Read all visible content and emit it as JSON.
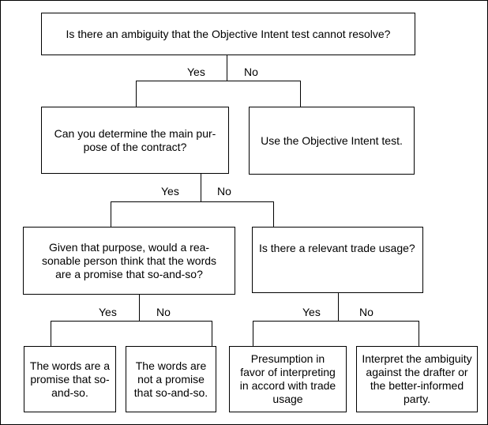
{
  "diagram": {
    "q1": "Is there an ambiguity that the Objective Intent test cannot resolve?",
    "q2": "Can you determine the main pur-pose of the contract?",
    "a_objective": "Use the Objective Intent test.",
    "q3": "Given that purpose, would a rea-sonable person think that the words are a promise that so-and-so?",
    "q4": "Is there a relevant trade usage?",
    "a_promise": "The words are a promise that so-and-so.",
    "a_not_promise": "The words are not a promise that so-and-so.",
    "a_presumption": "Presumption in favor of interpreting in accord with trade usage",
    "a_interpret": "Interpret the ambiguity against the drafter or the better-informed party.",
    "yes": "Yes",
    "no": "No"
  }
}
